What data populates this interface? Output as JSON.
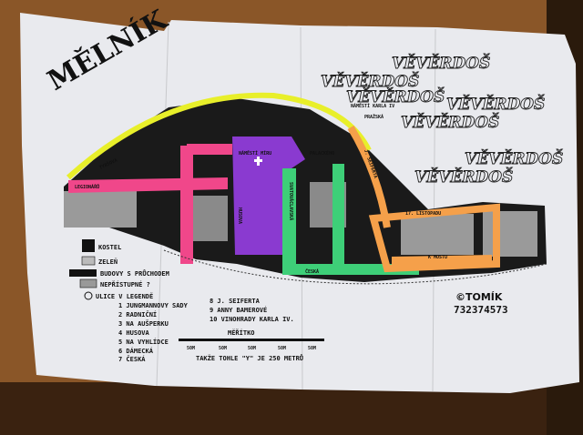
{
  "title": "MĚLNÍK",
  "legend": {
    "church": "KOSTEL",
    "greenery": "ZELEŇ",
    "passage_buildings": "BUDOVY S PRŮCHODEM",
    "inaccessible": "NEPŘÍSTUPNÉ ?",
    "streets_in_legend": "ULICE V LEGENDĚ",
    "streets": [
      "1 JUNGMANNOVY SADY",
      "2 RADNIČNÍ",
      "3 NA AUŠPERKU",
      "4 HUSOVA",
      "5 NA VYHLÍDCE",
      "6 DÁMECKÁ",
      "7 ČESKÁ",
      "8 J. SEIFERTA",
      "9 ANNY BAMEROVÉ",
      "10 VINOHRADY KARLA IV."
    ]
  },
  "scale": {
    "title": "MĚŘÍTKO",
    "ticks": [
      "50M",
      "50M",
      "50M",
      "50M",
      "50M"
    ],
    "note": "TAKŽE TOHLE \"Y\" JE 250 METRŮ"
  },
  "streets": {
    "tyrsova": "TYRŠOVA",
    "legionaru": "LEGIONÁŘŮ",
    "namesti_miru": "NÁMĚSTÍ MÍRU",
    "namesti_karla": "NÁMĚSTÍ KARLA IV",
    "prazska": "PRAŽSKÁ",
    "svatovaclavska": "SVATOVÁCLAVSKÁ",
    "ceska": "ČESKÁ",
    "seiferta": "J. SEIFERTA",
    "listopadu": "17. LISTOPADU",
    "k_mostu": "K MOSTU",
    "husova": "HUSOVA",
    "palackeho": "PALACKÉHO"
  },
  "graffiti_tag": "VĚVĚRDOŠ",
  "signature": "©TOMÍK",
  "phone": "732374573",
  "colors": {
    "wood": "#7a4a22",
    "paper": "#ecedf0",
    "yellow": "#e8ef2a",
    "orange": "#f5a04a",
    "pink": "#f0478a",
    "purple": "#8a3ad0",
    "green": "#3ecf78"
  }
}
